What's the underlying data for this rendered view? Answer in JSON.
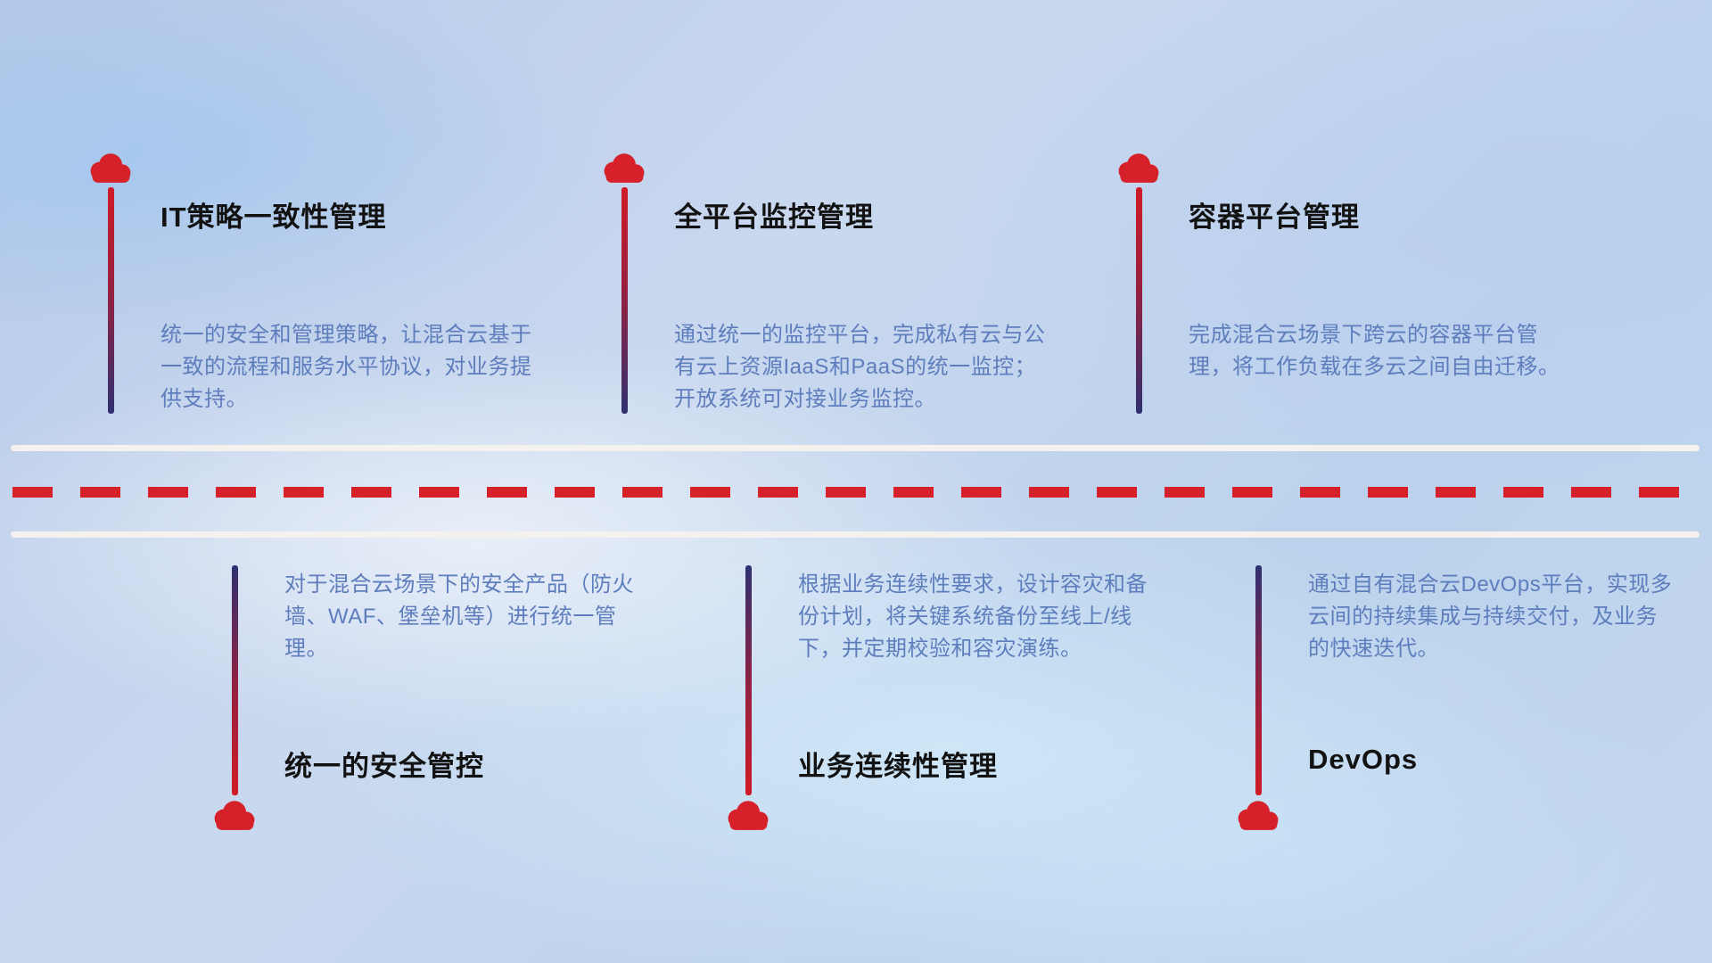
{
  "colors": {
    "accent_red": "#d6202a",
    "line_navy": "#2f3070",
    "body_text_blue": "#5e7dbd",
    "title_text": "#121212",
    "road_white": "#f4f1ee",
    "background_blue": "#c0d3ec"
  },
  "icons": {
    "cloud": "cloud-icon"
  },
  "top_items": [
    {
      "title": "IT策略一致性管理",
      "desc": "统一的安全和管理策略，让混合云基于一致的流程和服务水平协议，对业务提供支持。"
    },
    {
      "title": "全平台监控管理",
      "desc": "通过统一的监控平台，完成私有云与公有云上资源IaaS和PaaS的统一监控；开放系统可对接业务监控。"
    },
    {
      "title": "容器平台管理",
      "desc": "完成混合云场景下跨云的容器平台管理，将工作负载在多云之间自由迁移。"
    }
  ],
  "bottom_items": [
    {
      "title": "统一的安全管控",
      "desc": "对于混合云场景下的安全产品（防火墙、WAF、堡垒机等）进行统一管理。"
    },
    {
      "title": "业务连续性管理",
      "desc": "根据业务连续性要求，设计容灾和备份计划，将关键系统备份至线上/线下，并定期校验和容灾演练。"
    },
    {
      "title": "DevOps",
      "desc": "通过自有混合云DevOps平台，实现多云间的持续集成与持续交付，及业务的快速迭代。"
    }
  ]
}
